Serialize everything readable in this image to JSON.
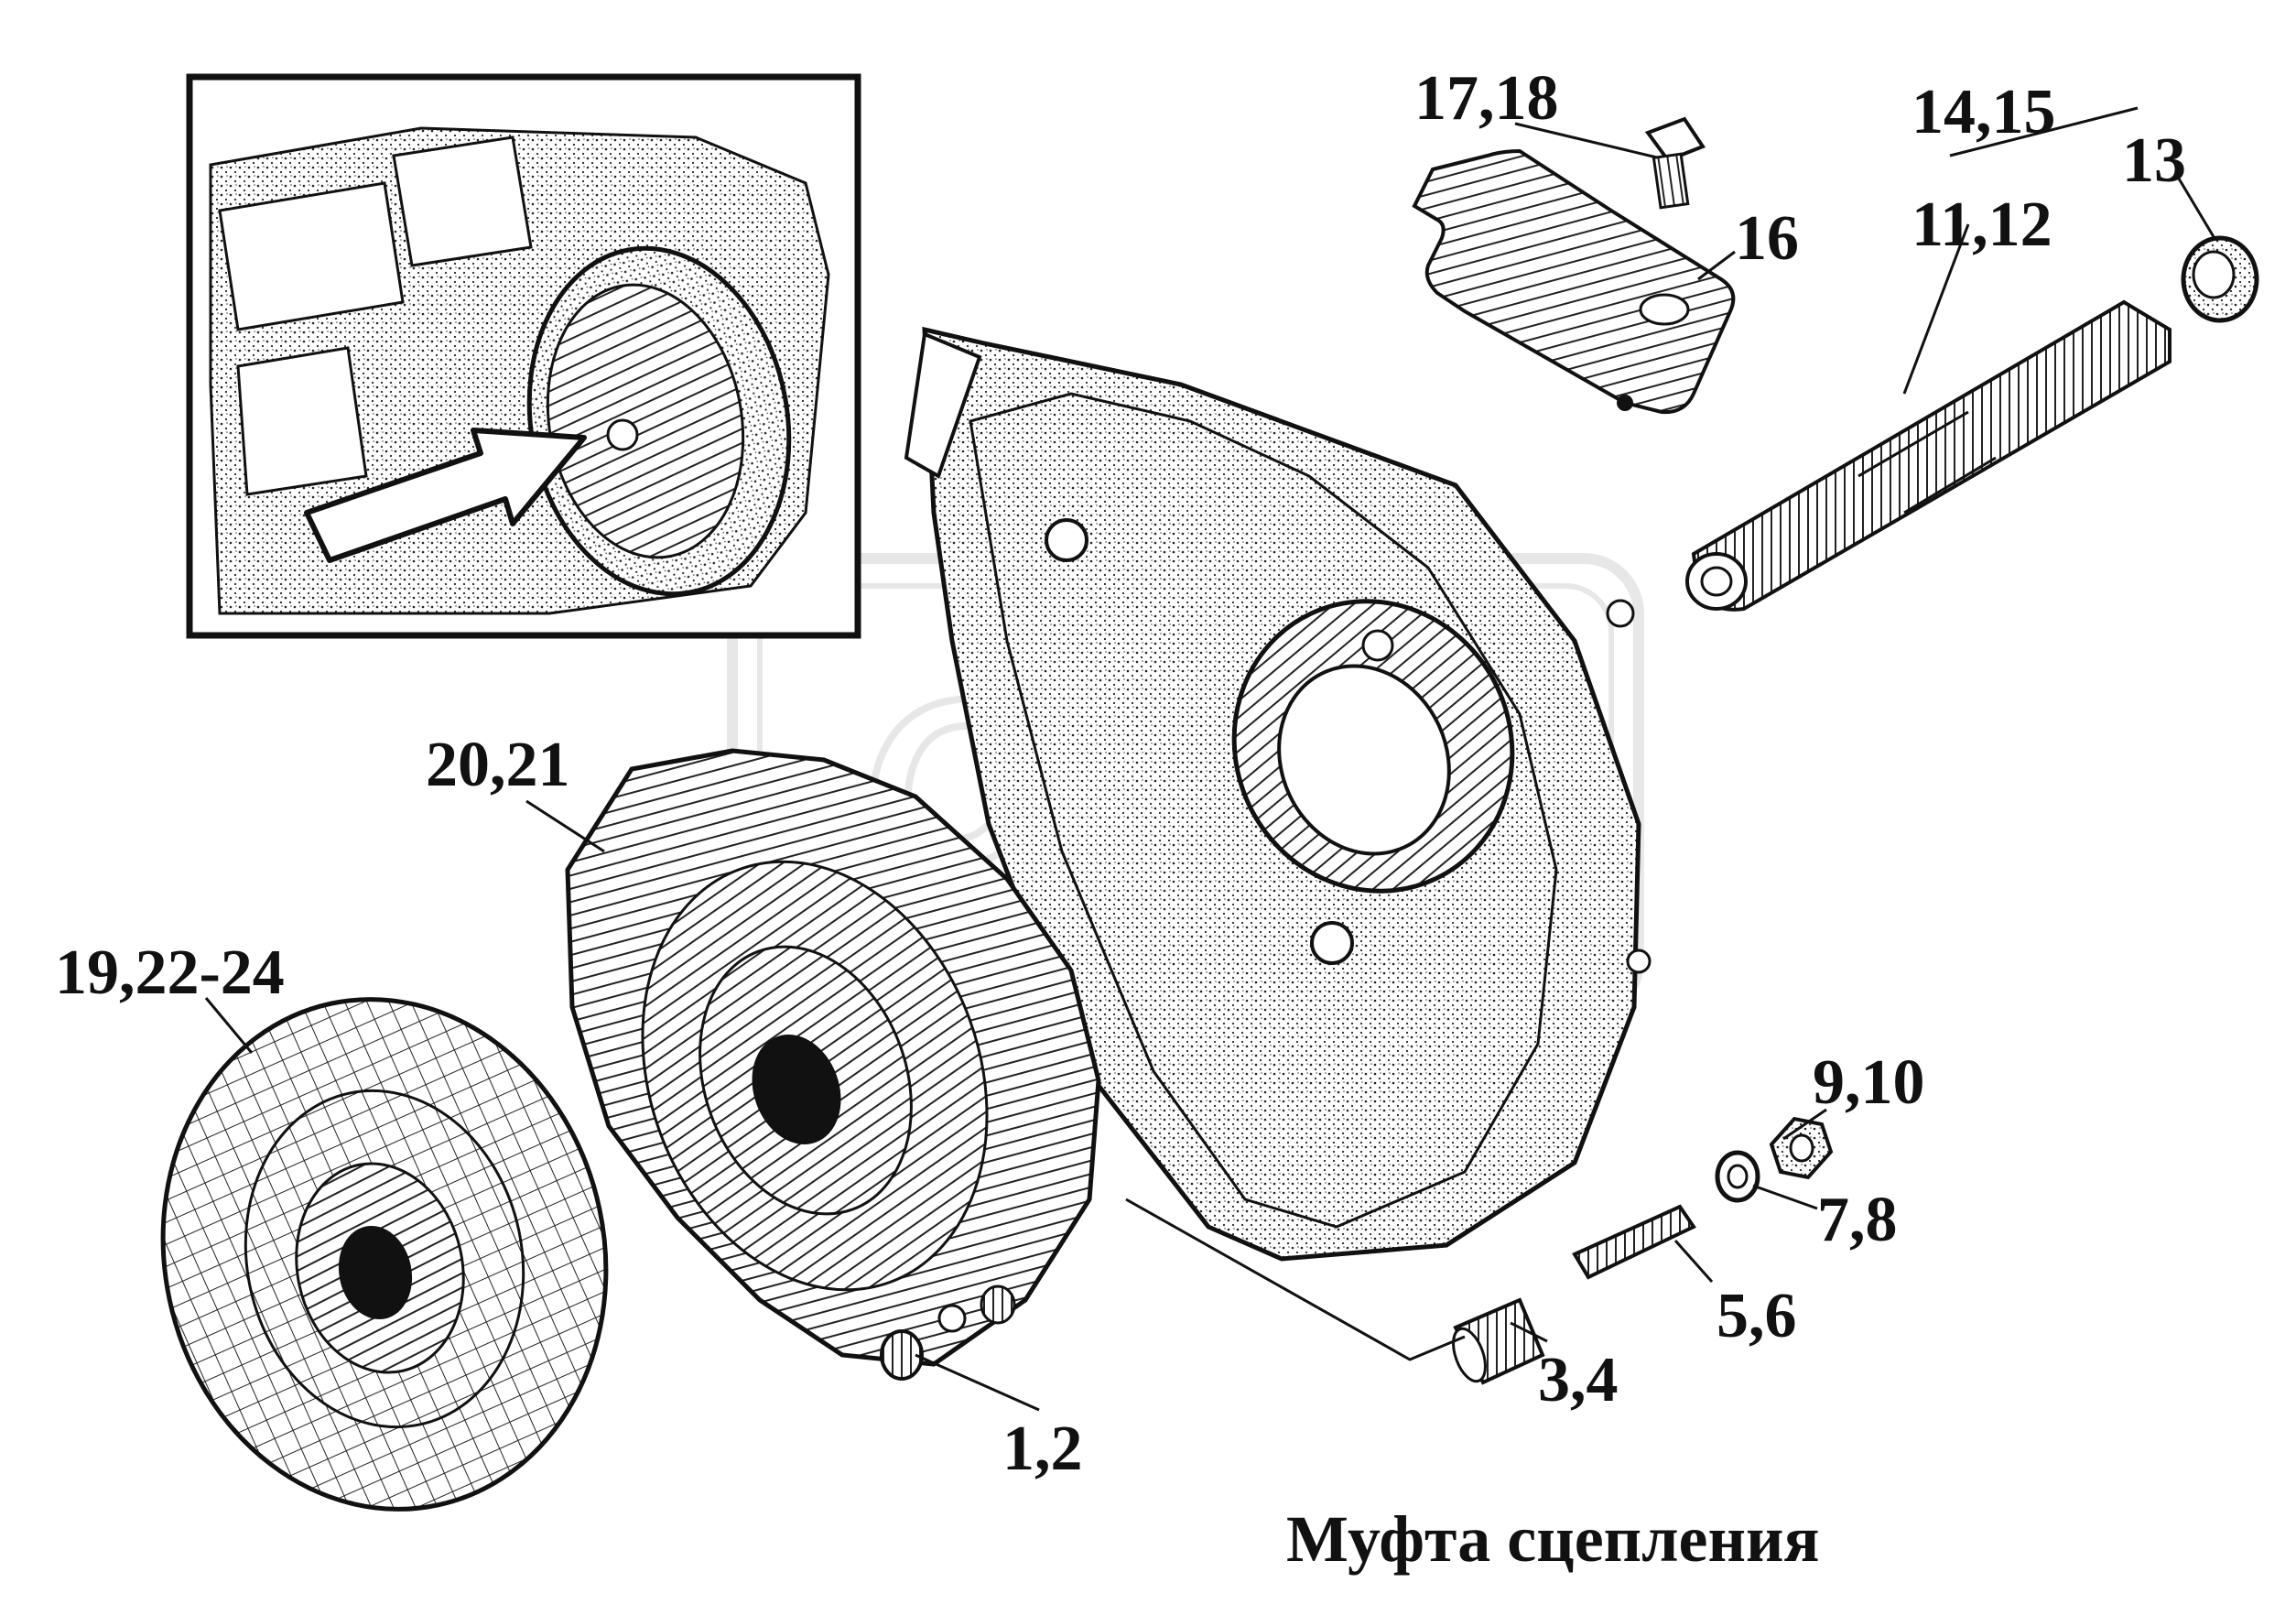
{
  "title": "Муфта сцепления",
  "callouts": {
    "c1": "17,18",
    "c2": "14,15",
    "c3": "13",
    "c4": "16",
    "c5": "11,12",
    "c6": "20,21",
    "c7": "19,22-24",
    "c8": "9,10",
    "c9": "7,8",
    "c10": "5,6",
    "c11": "3,4",
    "c12": "1,2"
  },
  "watermark": "OPEL",
  "colors": {
    "ink": "#111111",
    "paper": "#ffffff",
    "watermark": "#bdbdbd"
  }
}
